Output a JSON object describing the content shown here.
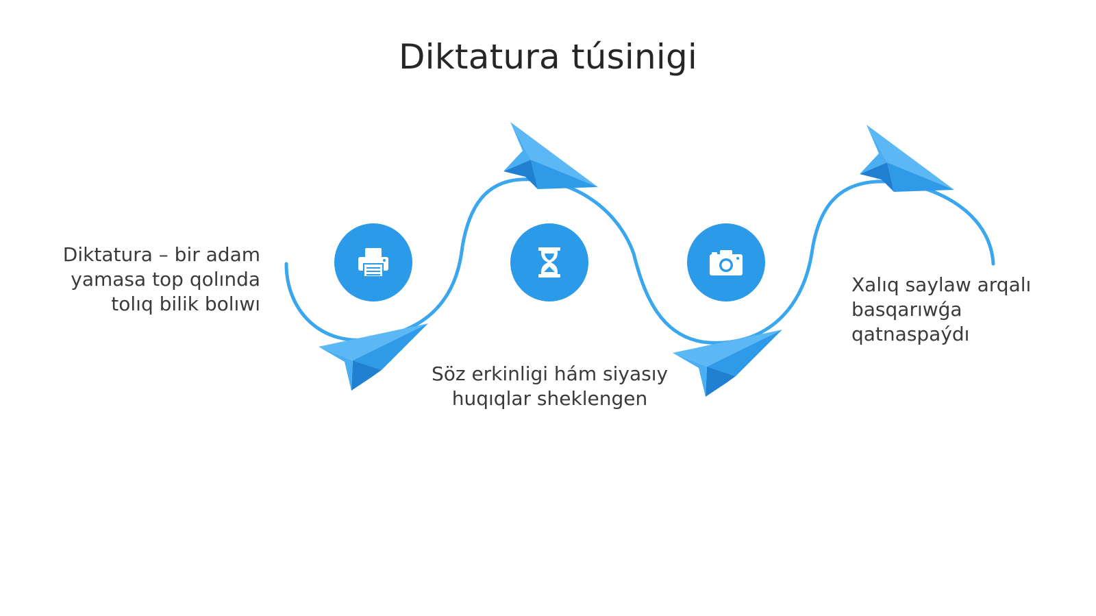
{
  "title": "Diktatura túsinigi",
  "steps": [
    {
      "icon": "printer-icon",
      "caption": "Diktatura – bir adam yamasa top qolında tolıq bilik bolıwı"
    },
    {
      "icon": "hourglass-icon",
      "caption": "Söz erkinligi hám siyasıy huqıqlar sheklengen"
    },
    {
      "icon": "camera-icon",
      "caption": "Xalıq saylaw arqalı basqarıwǵa qatnaspaýdı"
    }
  ],
  "colors": {
    "accent": "#2b9be9",
    "plane_light": "#5bb8f5",
    "plane_dark": "#1f7fd0",
    "curve": "#3aa6ee"
  }
}
